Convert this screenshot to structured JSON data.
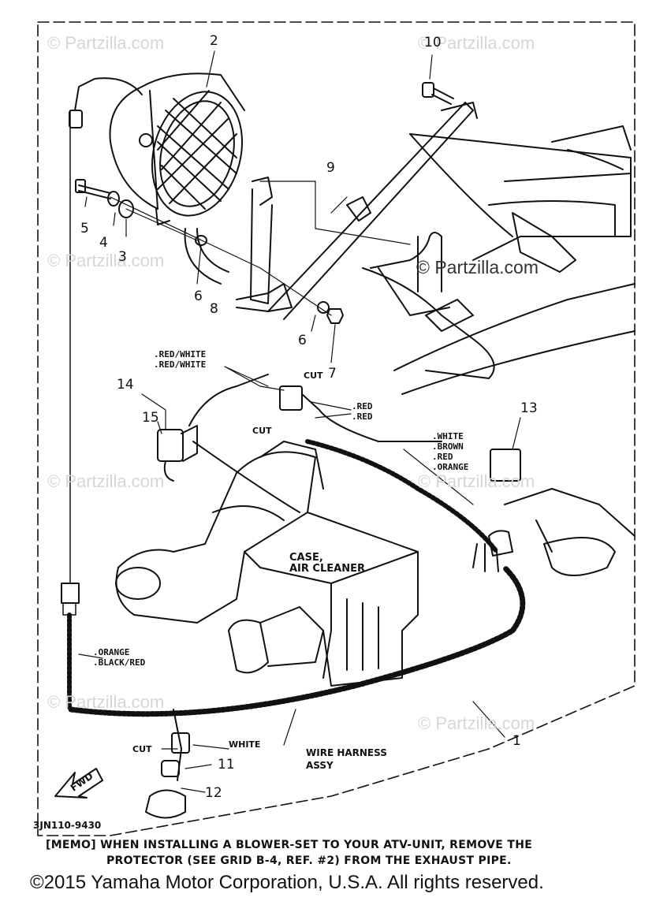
{
  "watermarks": [
    "© Partzilla.com",
    "© Partzilla.com",
    "© Partzilla.com",
    "© Partzilla.com",
    "© Partzilla.com",
    "© Partzilla.com",
    "© Partzilla.com"
  ],
  "watermark_dark": "© Partzilla.com",
  "callouts": {
    "p1": "1",
    "p2": "2",
    "p3": "3",
    "p4": "4",
    "p5": "5",
    "p6a": "6",
    "p6b": "6",
    "p7": "7",
    "p8": "8",
    "p9": "9",
    "p10": "10",
    "p11": "11",
    "p12": "12",
    "p13": "13",
    "p14": "14",
    "p15": "15"
  },
  "wire_labels": {
    "red_white": ".RED/WHITE\n.RED/WHITE",
    "red": ".RED\n.RED",
    "multi": ".WHITE\n.BROWN\n.RED\n.ORANGE",
    "orange_black": ".ORANGE\n.BLACK/RED",
    "white": "WHITE"
  },
  "text_labels": {
    "cut_top": "CUT",
    "cut_mid": "CUT",
    "cut_bottom": "CUT",
    "case_line1": "CASE,",
    "case_line2": "AIR CLEANER",
    "harness_line1": "WIRE HARNESS",
    "harness_line2": "ASSY",
    "fwd": "FWD"
  },
  "diagram_code": "3JN110-9430",
  "memo": {
    "line1": "[MEMO]  WHEN INSTALLING A BLOWER-SET TO YOUR ATV-UNIT, REMOVE THE",
    "line2": "PROTECTOR (SEE GRID B-4, REF. #2) FROM THE EXHAUST PIPE."
  },
  "copyright": "©2015 Yamaha Motor Corporation, U.S.A. All rights reserved."
}
